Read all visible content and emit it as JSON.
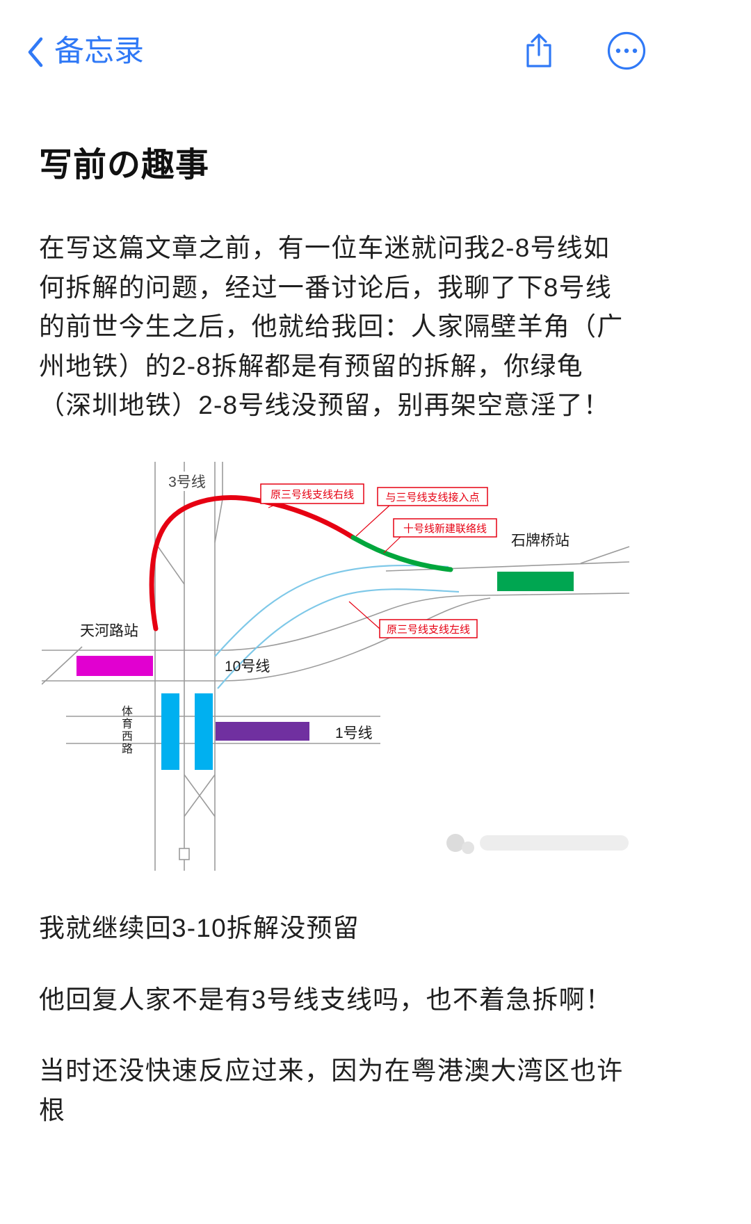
{
  "colors": {
    "accent_blue": "#3079f6",
    "text_color": "#1d1d1f",
    "track_gray": "#9b9b9b",
    "red_line": "#e60012",
    "green_line": "#00a63c",
    "green_platform": "#00a651",
    "magenta_platform": "#e100d0",
    "cyan_platform": "#00b0f0",
    "cyan_line": "#7ec8e8",
    "purple_platform": "#7030a0",
    "callout_red": "#e60012"
  },
  "header": {
    "back_label": "备忘录"
  },
  "note": {
    "title": "写前の趣事",
    "intro": "在写这篇文章之前，有一位车迷就问我2-8号线如何拆解的问题，经过一番讨论后，我聊了下8号线的前世今生之后，他就给我回：人家隔壁羊角（广州地铁）的2-8拆解都是有预留的拆解，你绿龟（深圳地铁）2-8号线没预留，别再架空意淫了！",
    "after_paragraphs": [
      "我就继续回3-10拆解没预留",
      "他回复人家不是有3号线支线吗，也不着急拆啊！",
      "当时还没快速反应过来，因为在粤港澳大湾区也许根"
    ]
  },
  "diagram": {
    "line3_label": "3号线",
    "line10_label": "10号线",
    "line1_label": "1号线",
    "station_shipaiqiao": "石牌桥站",
    "station_tianhelu": "天河路站",
    "station_tiyuxilu": "体育西路",
    "callouts": {
      "right_branch": "原三号线支线右线",
      "junction": "与三号线支线接入点",
      "new_link": "十号线新建联络线",
      "left_branch": "原三号线支线左线"
    }
  }
}
